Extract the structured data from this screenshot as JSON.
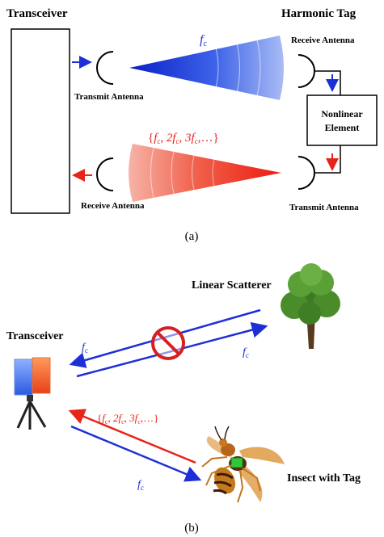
{
  "panel_a": {
    "caption": "(a)",
    "transceiver_label": "Transceiver",
    "tag_label": "Harmonic Tag",
    "transmit_antenna_left": "Transmit Antenna",
    "receive_antenna_left": "Receive Antenna",
    "receive_antenna_right": "Receive Antenna",
    "transmit_antenna_right": "Transmit Antenna",
    "nonlinear_line1": "Nonlinear",
    "nonlinear_line2": "Element",
    "fc_label": "f",
    "fc_sub": "c",
    "harmonics_label": "{f",
    "harmonics_open": "{",
    "harmonics_close": ",…}",
    "h1_sub": "c",
    "h2_coef": "2f",
    "h2_sub": "c",
    "h3_coef": "3f",
    "h3_sub": "c"
  },
  "panel_b": {
    "caption": "(b)",
    "transceiver_label": "Transceiver",
    "linear_scatterer_label": "Linear Scatterer",
    "insect_label": "Insect with Tag",
    "fc_label": "f",
    "fc_sub": "c"
  },
  "colors": {
    "forward_blue": "#1f2fd6",
    "harmonic_red": "#e8231a",
    "block_icon": "#d62020"
  }
}
